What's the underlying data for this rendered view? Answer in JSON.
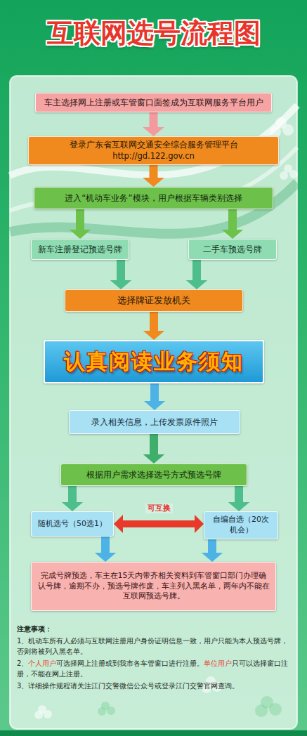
{
  "diagram": {
    "title": "互联网选号流程图",
    "nodes": [
      {
        "text": [
          "车主选择网上注册或车管窗口面签成为互联网服务平台用户"
        ]
      },
      {
        "text": [
          "登录广东省互联网交通安全综合服务管理平台http://gd.122.gov.cn"
        ]
      },
      {
        "text": [
          "进入“机动车业务”模块，用户根据车辆类别选择"
        ]
      },
      {
        "text": [
          "新车注册登记预选号牌"
        ]
      },
      {
        "text": [
          "二手车预选号牌"
        ]
      },
      {
        "text": [
          "选择牌证发放机关"
        ]
      },
      {
        "text": [
          "认真阅读业务须知"
        ]
      },
      {
        "text": [
          "录入相关信息，上传发票原件照片"
        ]
      },
      {
        "text": [
          "根据用户需求选择选号方式预选号牌"
        ]
      },
      {
        "text": [
          "随机选号（50选1）"
        ]
      },
      {
        "text": [
          "自编自选（20次机会）"
        ]
      },
      {
        "text": [
          "完成号牌预选，车主在15天内带齐相关资料到车管窗口部门办理确认号牌，逾期不办，预选号牌作废，车主列入黑名单，两年内不能在互联网预选号牌。"
        ]
      }
    ],
    "edges": [
      {
        "from": 0,
        "to": 1,
        "arrow": "to"
      },
      {
        "from": 1,
        "to": 2,
        "arrow": "to"
      },
      {
        "from": 2,
        "to": 3,
        "arrow": "to"
      },
      {
        "from": 2,
        "to": 4,
        "arrow": "to"
      },
      {
        "from": 3,
        "to": 5,
        "arrow": "to"
      },
      {
        "from": 4,
        "to": 5,
        "arrow": "to"
      },
      {
        "from": 5,
        "to": 6,
        "arrow": "to"
      },
      {
        "from": 6,
        "to": 7,
        "arrow": "to"
      },
      {
        "from": 7,
        "to": 8,
        "arrow": "to"
      },
      {
        "from": 8,
        "to": 9,
        "arrow": "to"
      },
      {
        "from": 8,
        "to": 10,
        "arrow": "to"
      },
      {
        "from": 9,
        "to": 10,
        "label": "可互换",
        "arrow": "both"
      },
      {
        "from": 9,
        "to": 11,
        "arrow": "to"
      },
      {
        "from": 10,
        "to": 11,
        "arrow": "to"
      }
    ],
    "labels": [
      "注意事项：",
      "1、机动车所有人必须与互联网注册用户身份证明信息一致，用户只能为本人预选号牌，否则将被列入黑名单。",
      "2、",
      "个人用户",
      "可选择网上注册或到我市各车管窗口进行注册。",
      "单位用户",
      "只可以选择窗口注册，不能在网上注册。",
      "3、详细操作规程请关注江门交警微信公众号或登录江门交警官网查询。"
    ]
  }
}
